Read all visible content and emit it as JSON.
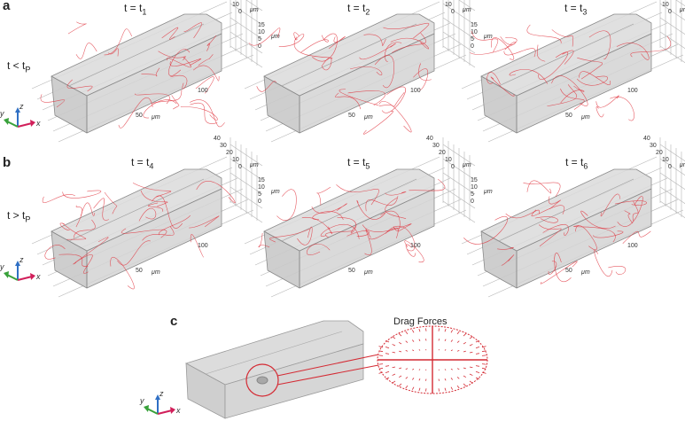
{
  "panels": {
    "a": "a",
    "b": "b",
    "c": "c"
  },
  "row_a": {
    "regime": "t < t",
    "regime_sub": "P",
    "times": [
      {
        "base": "t = t",
        "sub": "1"
      },
      {
        "base": "t = t",
        "sub": "2"
      },
      {
        "base": "t = t",
        "sub": "3"
      }
    ]
  },
  "row_b": {
    "regime": "t > t",
    "regime_sub": "P",
    "times": [
      {
        "base": "t = t",
        "sub": "4"
      },
      {
        "base": "t = t",
        "sub": "5"
      },
      {
        "base": "t = t",
        "sub": "6"
      }
    ]
  },
  "axis_ticks": {
    "depth": [
      "40",
      "30",
      "20",
      "10",
      "0"
    ],
    "height": [
      "15",
      "10",
      "5",
      "0"
    ],
    "length_mid": "50",
    "length_end": "100",
    "unit": "μm"
  },
  "triad": {
    "x": "x",
    "y": "y",
    "z": "z"
  },
  "panel_c": {
    "title": "Drag Forces"
  },
  "colors": {
    "streamline": "#e0323c",
    "body_fill": "#d4d4d4",
    "body_edge": "#8a8a8a",
    "axis_x": "#d11f5a",
    "axis_y": "#38a13a",
    "axis_z": "#2f6fc4"
  }
}
